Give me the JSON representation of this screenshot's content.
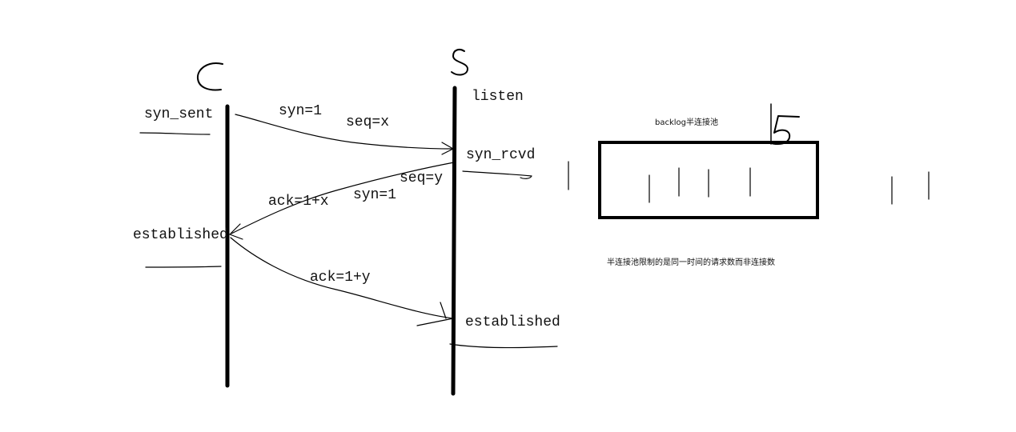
{
  "client": {
    "glyph": "C",
    "states": [
      "syn_sent",
      "established"
    ]
  },
  "server": {
    "glyph": "S",
    "states": [
      "listen",
      "syn_rcvd",
      "established"
    ]
  },
  "messages": {
    "first": [
      "syn=1",
      "seq=x"
    ],
    "second": [
      "seq=y",
      "syn=1",
      "ack=1+x"
    ],
    "third": [
      "ack=1+y"
    ]
  },
  "backlog": {
    "title": "backlog半连接池",
    "size_label": "5",
    "note": "半连接池限制的是同一时间的请求数而非连接数"
  },
  "colors": {
    "ink": "#000000",
    "text": "#111111",
    "background": "#ffffff"
  }
}
